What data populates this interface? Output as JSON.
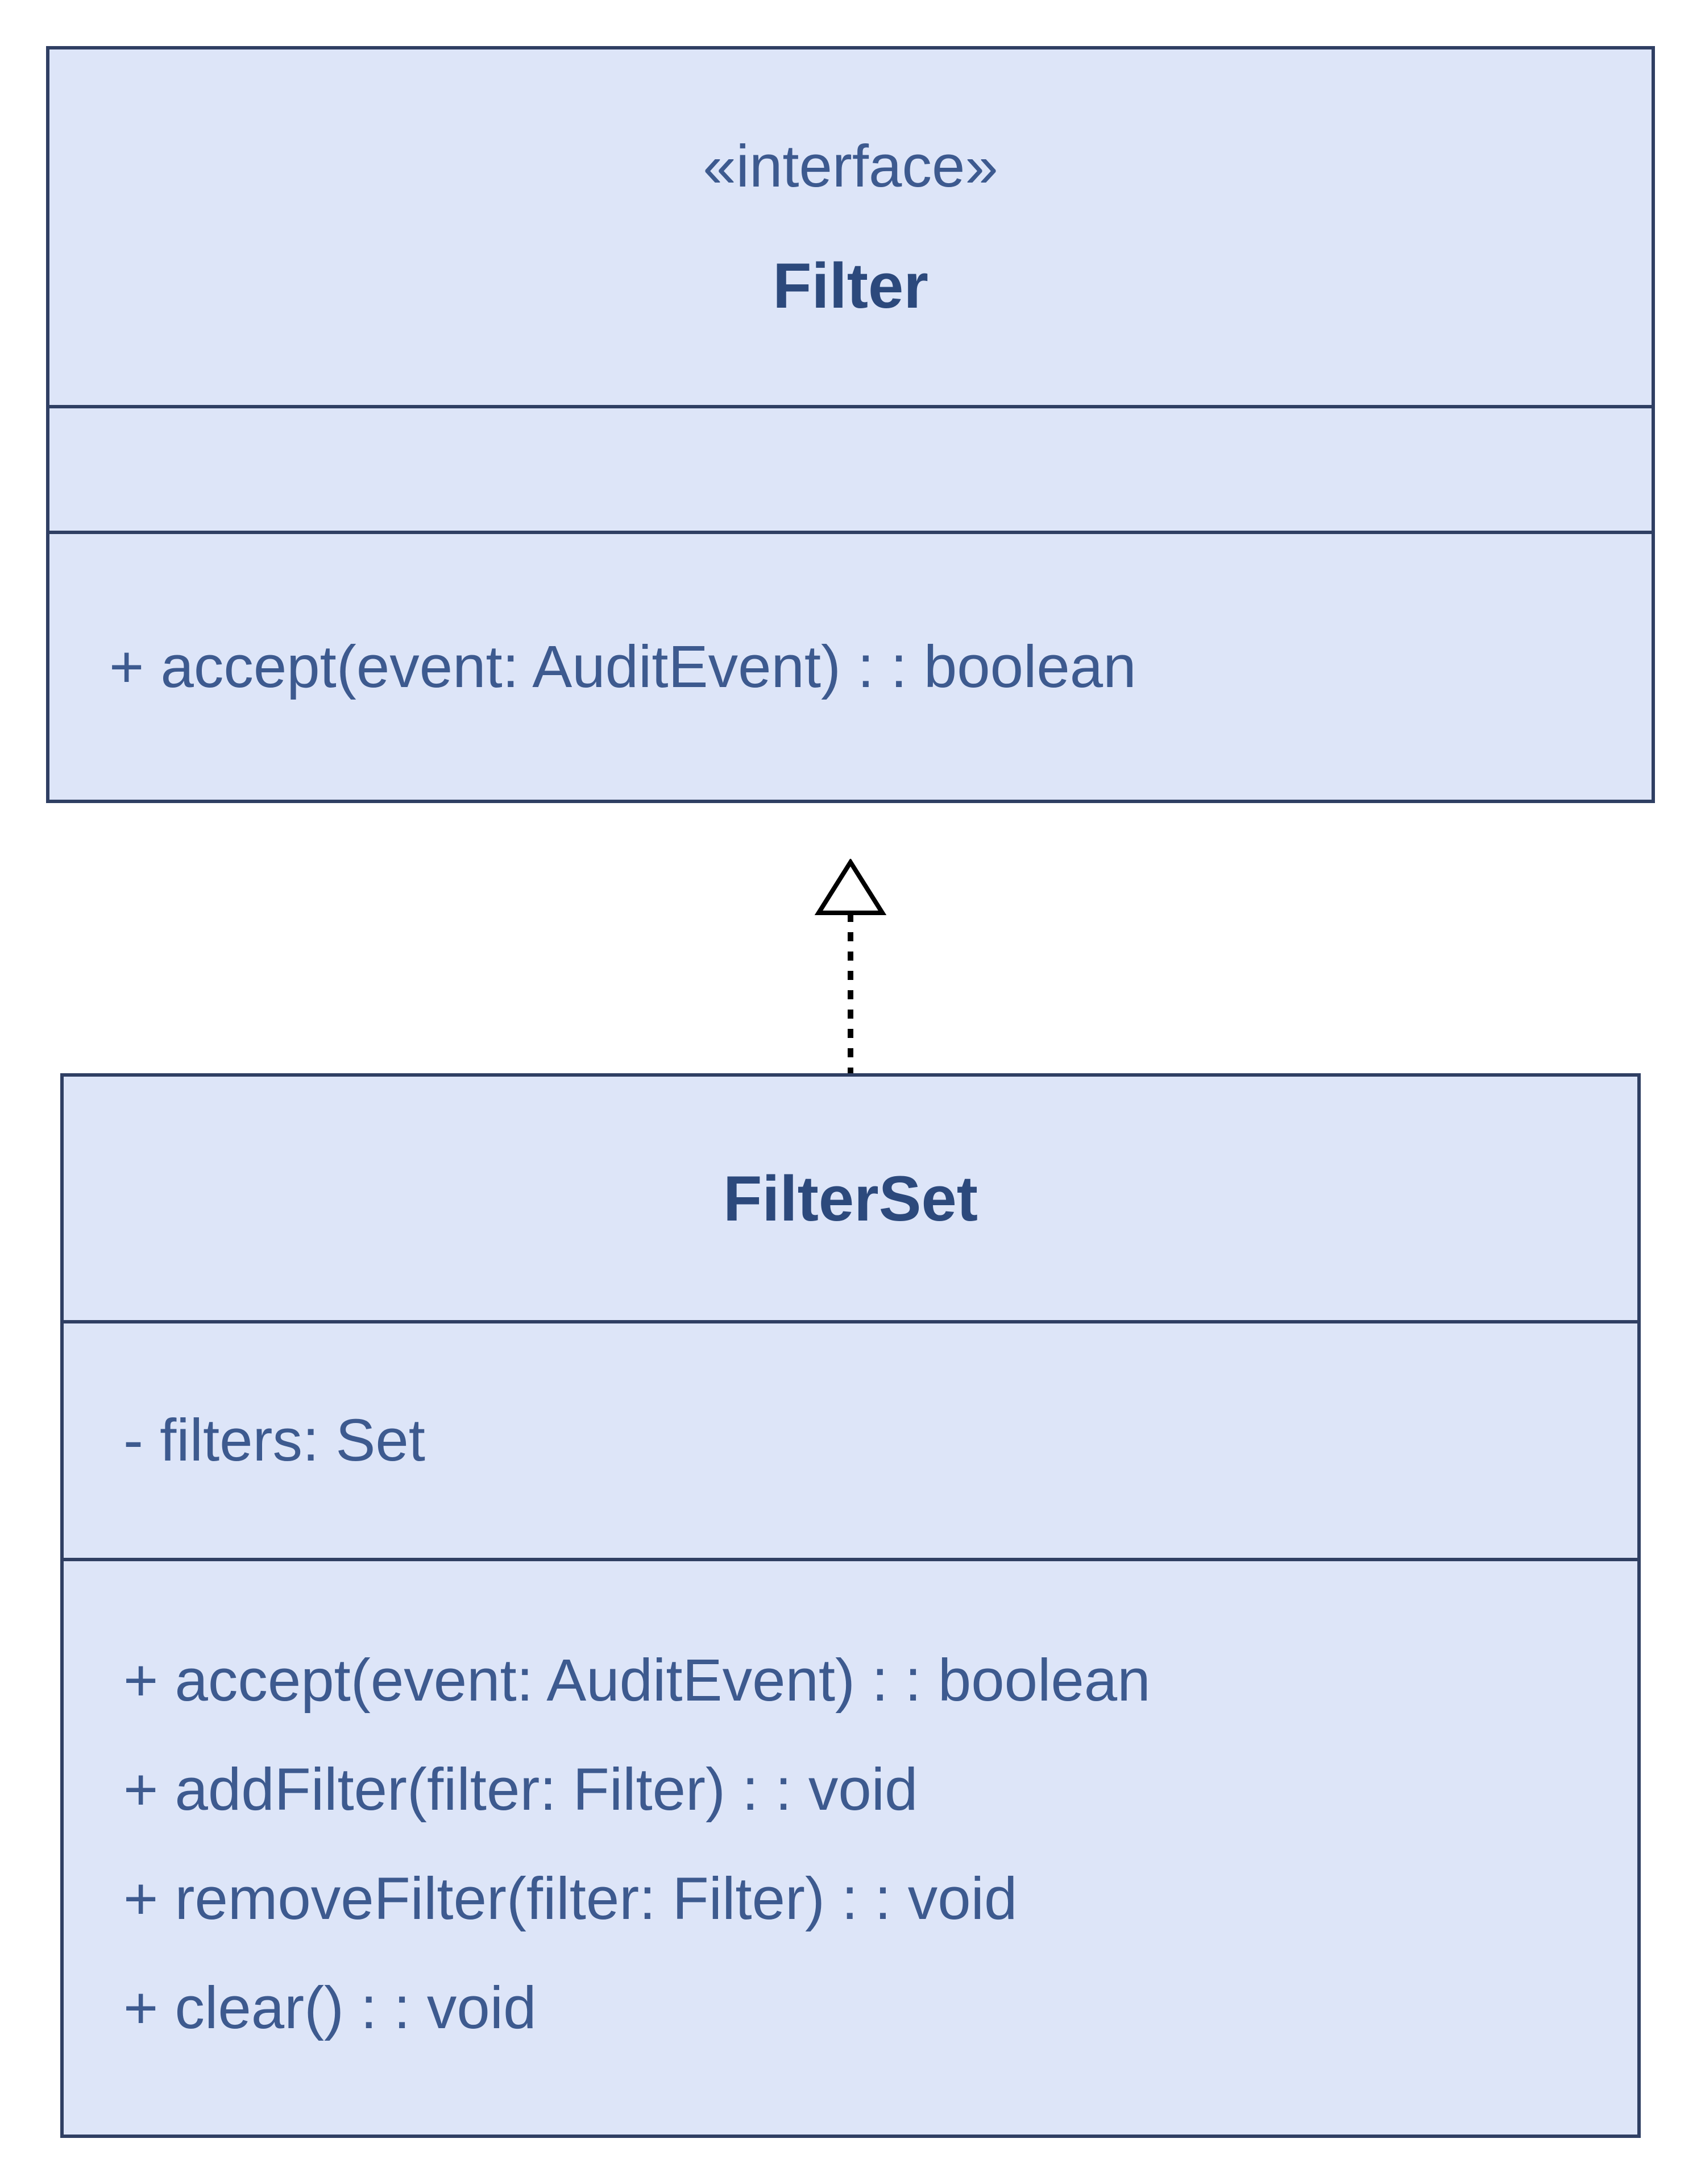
{
  "diagram": {
    "filter": {
      "stereotype": "«interface»",
      "name": "Filter",
      "methods": [
        "+ accept(event: AuditEvent) : : boolean"
      ]
    },
    "filterset": {
      "name": "FilterSet",
      "attributes": [
        "- filters: Set"
      ],
      "methods": [
        "+ accept(event: AuditEvent) : : boolean",
        "+ addFilter(filter: Filter) : : void",
        "+ removeFilter(filter: Filter) : : void",
        "+ clear() : : void"
      ]
    },
    "relationship": {
      "type": "realization",
      "from": "FilterSet",
      "to": "Filter"
    },
    "colors": {
      "fill": "#dde5f8",
      "border": "#2f3f63",
      "text": "#3d5a8f",
      "name_text": "#2c497c",
      "arrow": "#000000",
      "background": "#ffffff"
    }
  }
}
